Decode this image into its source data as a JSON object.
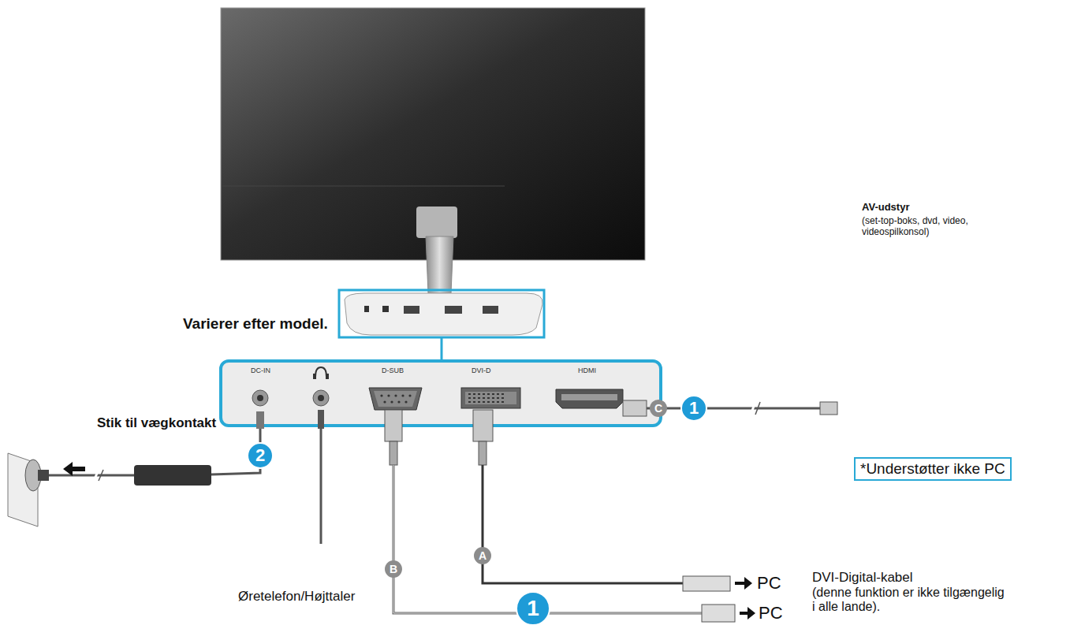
{
  "diagram": {
    "nodes": [
      {
        "text": [
          "DC-IN",
          "D-SUB",
          "DVI-D",
          "HDMI"
        ]
      },
      {
        "text": [
          "*Understøtter ikke PC"
        ]
      }
    ],
    "labels": [
      "Varierer efter model.",
      "AV-udstyr",
      "(set-top-boks, dvd, video, videospilkonsol)",
      "C",
      "1",
      "Stik til vægkontakt",
      "2",
      "Øretelefon/Højttaler",
      "B",
      "A",
      "1",
      "PC",
      "PC",
      "DVI-Digital-kabel",
      "(denne funktion er ikke tilgængelig i alle lande)."
    ]
  }
}
